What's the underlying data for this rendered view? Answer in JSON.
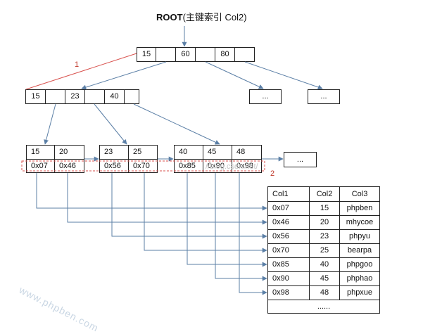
{
  "root_label_bold": "ROOT",
  "root_label_rest": "(主键索引 Col2)",
  "root_node": [
    "15",
    "",
    "60",
    "",
    "80",
    ""
  ],
  "level2_node": [
    "15",
    "",
    "23",
    "",
    "40",
    ""
  ],
  "ellipsis": "...",
  "leaf_nodes": [
    {
      "keys": [
        "15",
        "20"
      ],
      "ptrs": [
        "0x07",
        "0x46"
      ]
    },
    {
      "keys": [
        "23",
        "25"
      ],
      "ptrs": [
        "0x56",
        "0x70"
      ]
    },
    {
      "keys": [
        "40",
        "45",
        "48"
      ],
      "ptrs": [
        "0x85",
        "0x90",
        "0x98"
      ]
    }
  ],
  "annotation_1": "1",
  "annotation_2": "2",
  "watermark": "www.phpben.com",
  "faint_text": "//blog.csdn.net/",
  "table": {
    "headers": [
      "Col1",
      "Col2",
      "Col3"
    ],
    "rows": [
      [
        "0x07",
        "15",
        "phpben"
      ],
      [
        "0x46",
        "20",
        "mhycoe"
      ],
      [
        "0x56",
        "23",
        "phpyu"
      ],
      [
        "0x70",
        "25",
        "bearpa"
      ],
      [
        "0x85",
        "40",
        "phpgoo"
      ],
      [
        "0x90",
        "45",
        "phphao"
      ],
      [
        "0x98",
        "48",
        "phpxue"
      ]
    ],
    "footer": "......"
  },
  "colors": {
    "arrow": "#5b7fa6",
    "red": "#d9534f",
    "border": "#222222"
  }
}
